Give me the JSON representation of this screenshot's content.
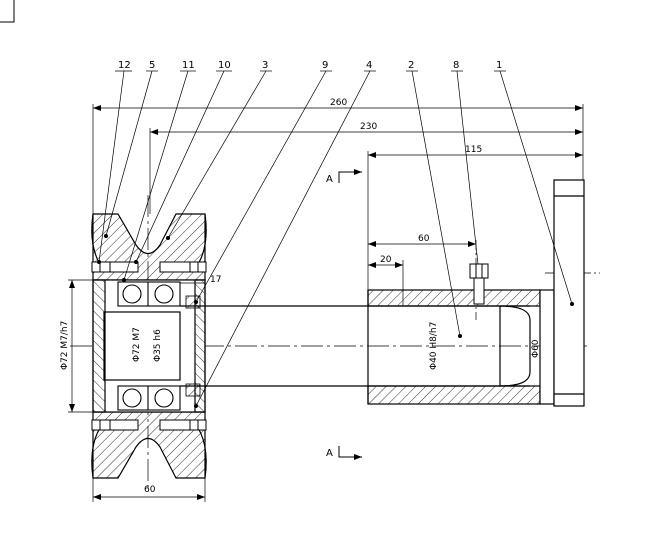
{
  "part_numbers": [
    "12",
    "5",
    "11",
    "10",
    "3",
    "9",
    "4",
    "2",
    "8",
    "1"
  ],
  "dimensions": {
    "overall_length": "260",
    "length_230": "230",
    "length_115": "115",
    "length_60_upper": "60",
    "length_20": "20",
    "length_17": "17",
    "wheel_width": "60",
    "housing_bore": "Φ72 M7/h7",
    "bearing_bore": "Φ72 M7",
    "shaft_diameter": "Φ35 h6",
    "axle_fit": "Φ40 H8/h7",
    "flange_diameter": "Φ60"
  },
  "section": {
    "letter_top": "A",
    "letter_bottom": "A"
  }
}
